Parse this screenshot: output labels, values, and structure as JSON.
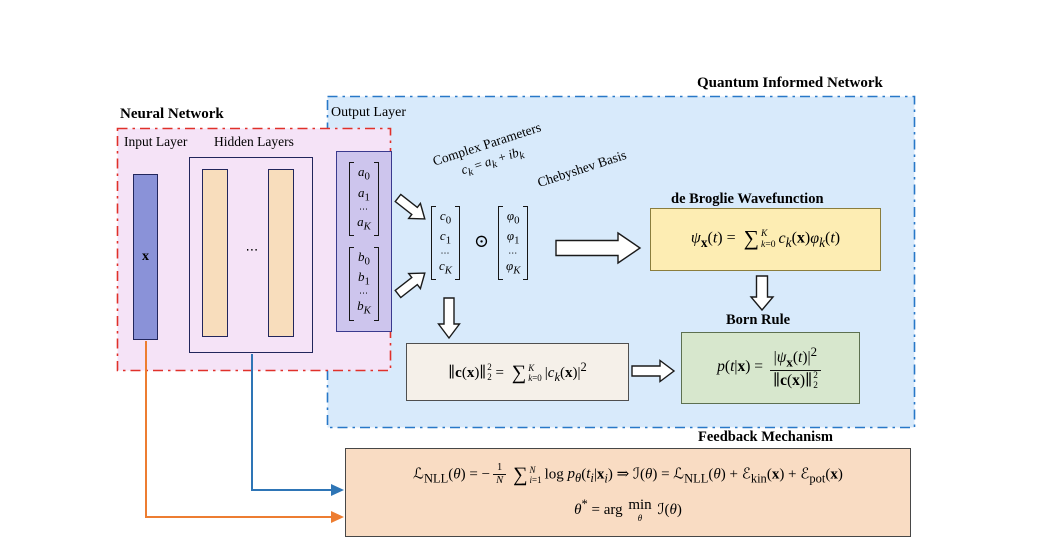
{
  "titles": {
    "quantum_informed_network": "Quantum Informed Network",
    "neural_network": "Neural Network"
  },
  "labels": {
    "output_layer": "Output Layer",
    "input_layer": "Input Layer",
    "hidden_layers": "Hidden Layers",
    "complex_parameters": "Complex Parameters",
    "chebyshev_basis": "Chebyshev Basis",
    "de_broglie_wavefunction": "de Broglie Wavefunction",
    "born_rule": "Born Rule",
    "feedback_mechanism": "Feedback Mechanism"
  },
  "network": {
    "input_symbol": "x",
    "hidden_dots": "⋯"
  },
  "vectors": {
    "a": [
      "<i>a</i><sub>0</sub>",
      "<i>a</i><sub>1</sub>",
      "⋯",
      "<i>a</i><sub><i>K</i></sub>"
    ],
    "b": [
      "<i>b</i><sub>0</sub>",
      "<i>b</i><sub>1</sub>",
      "⋯",
      "<i>b</i><sub><i>K</i></sub>"
    ],
    "c": [
      "<i>c</i><sub>0</sub>",
      "<i>c</i><sub>1</sub>",
      "⋯",
      "<i>c</i><sub><i>K</i></sub>"
    ],
    "phi": [
      "<i>φ</i><sub>0</sub>",
      "<i>φ</i><sub>1</sub>",
      "⋯",
      "<i>φ</i><sub><i>K</i></sub>"
    ]
  },
  "operators": {
    "elementwise_product": "⊙"
  },
  "formulas": {
    "complex_parameters": "<i>c<sub>k</sub></i> = <i>a<sub>k</sub></i> + <i>ib<sub>k</sub></i>",
    "wavefunction": "<i>ψ</i><sub><b>x</b></sub>(<i>t</i>) = <span class='sumgrp'><span class='sigma'>∑</span><span class='lims'><span><i>K</i></span><span><i>k</i>=0</span></span></span><i>c<sub>k</sub></i>(<b>x</b>)<i>φ<sub>k</sub></i>(<i>t</i>)",
    "norm": "∥<b>c</b>(<b>x</b>)∥<span class='ss'><span>2</span><span>2</span></span> = <span class='sumgrp'><span class='sigma'>∑</span><span class='lims'><span><i>K</i></span><span><i>k</i>=0</span></span></span>|<i>c<sub>k</sub></i>(<b>x</b>)|<sup>2</sup>",
    "born_rule": "<i>p</i>(<i>t</i>|<b>x</b>) = <span class='frac'><span class='fnum'>|<i>ψ</i><sub><b>x</b></sub>(<i>t</i>)|<sup>2</sup></span><span class='fden'>∥<b>c</b>(<b>x</b>)∥<span class='ss'><span>2</span><span>2</span></span></span></span>",
    "nll_objective": "ℒ<sub>NLL</sub>(<i>θ</i>) = −<span class='frac fsm'><span class='fnum'>1</span><span class='fden'><i>N</i></span></span><span class='sumgrp'><span class='sigma'>∑</span><span class='lims'><span><i>N</i></span><span><i>i</i>=1</span></span></span>log&nbsp;<i>p<sub>θ</sub></i>(<i>t<sub>i</sub></i>|<b>x</b><sub><i>i</i></sub>) ⇒ ℐ(<i>θ</i>) = ℒ<sub>NLL</sub>(<i>θ</i>) + ℰ<sub>kin</sub>(<b>x</b>) + ℰ<sub>pot</sub>(<b>x</b>)",
    "argmin": "<i>θ</i><sup>*</sup> = arg&nbsp;<span class='minop'><span>min</span><span class='msub'><i>θ</i></span></span>&nbsp;ℐ(<i>θ</i>)"
  },
  "colors": {
    "qin_fill": "#d8eafb",
    "qin_border": "#2878c8",
    "nn_fill": "#f5e3f7",
    "nn_border": "#e0312a",
    "output_box_fill": "#cdc5ed",
    "input_rect_fill": "#8a92d8",
    "hidden_rect_fill": "#f8ddbc",
    "wavefunction_box_fill": "#fdedb3",
    "born_box_fill": "#d7e7cd",
    "norm_box_fill": "#f5f0e9",
    "feedback_box_fill": "#f9dcc3",
    "feedback_line_input": "#ed7d31",
    "feedback_line_hidden": "#2e75b6"
  }
}
